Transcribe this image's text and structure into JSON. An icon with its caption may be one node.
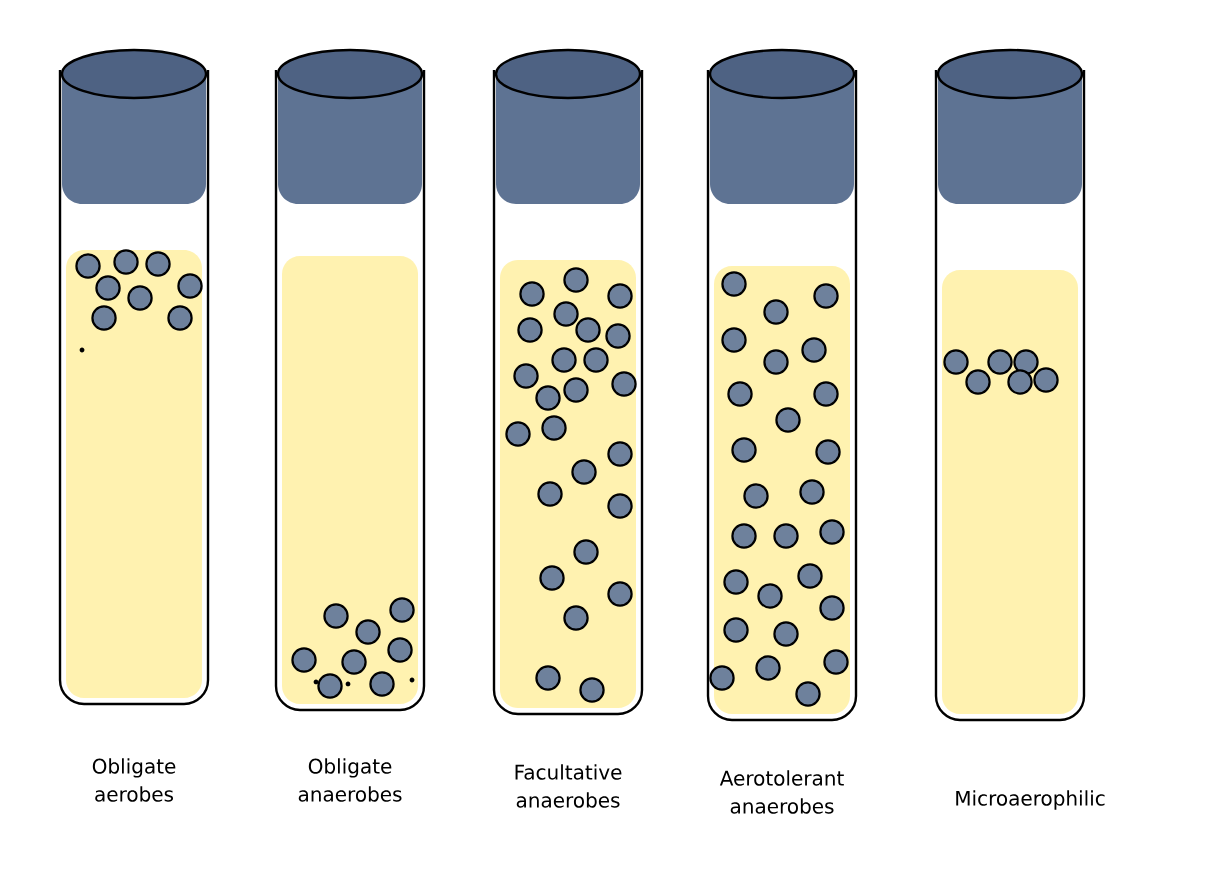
{
  "diagram": {
    "labels": [
      "Obligate aerobes",
      "Obligate anaerobes",
      "Facultative anaerobes",
      "Aerotolerant anaerobes",
      "Microaerophilic"
    ]
  }
}
